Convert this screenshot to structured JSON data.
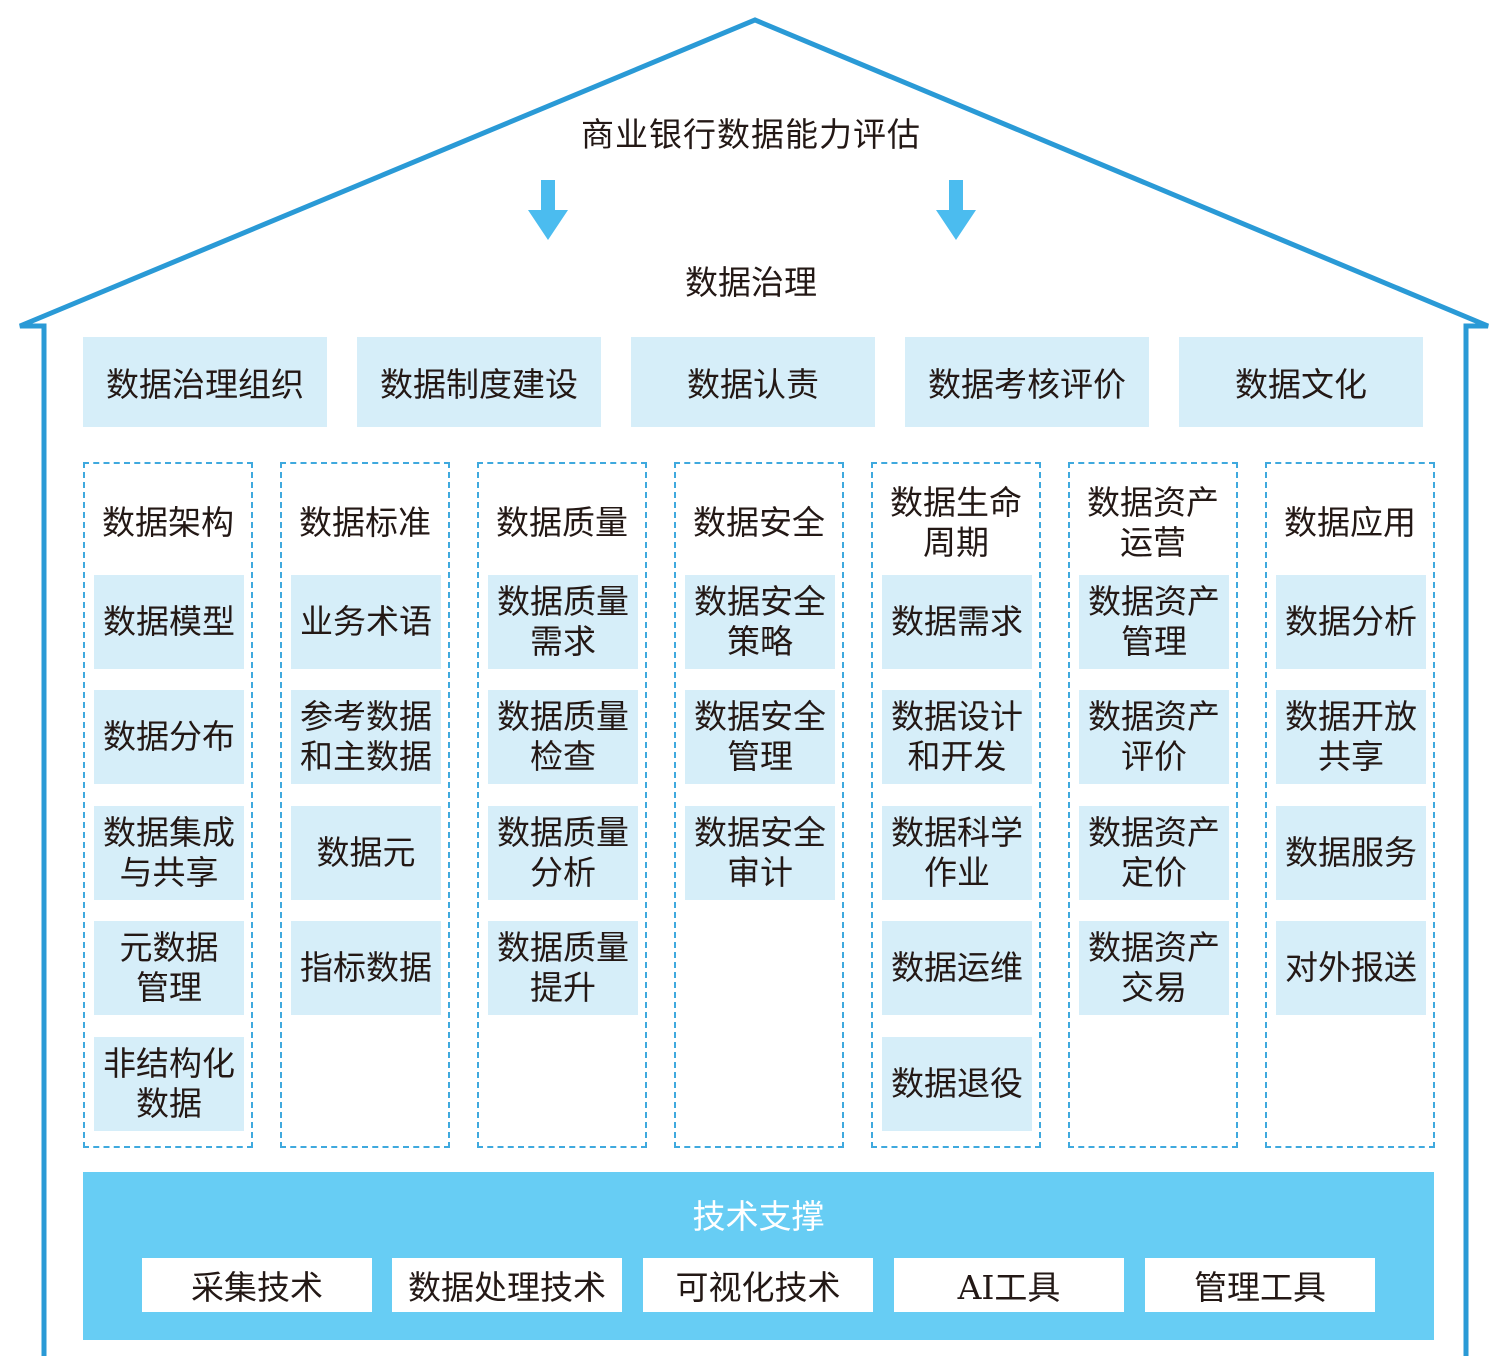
{
  "title": "商业银行数据能力评估",
  "subtitle": "数据治理",
  "colors": {
    "line": "#2a9ad6",
    "light_box": "#d6eef9",
    "tech_bar": "#67cdf4",
    "arrow": "#4bbcef"
  },
  "governance": [
    "数据治理组织",
    "数据制度建设",
    "数据认责",
    "数据考核评价",
    "数据文化"
  ],
  "columns": [
    {
      "head": [
        "数据架构"
      ],
      "items": [
        [
          "数据模型"
        ],
        [
          "数据分布"
        ],
        [
          "数据集成",
          "与共享"
        ],
        [
          "元数据",
          "管理"
        ],
        [
          "非结构化",
          "数据"
        ]
      ]
    },
    {
      "head": [
        "数据标准"
      ],
      "items": [
        [
          "业务术语"
        ],
        [
          "参考数据",
          "和主数据"
        ],
        [
          "数据元"
        ],
        [
          "指标数据"
        ]
      ]
    },
    {
      "head": [
        "数据质量"
      ],
      "items": [
        [
          "数据质量",
          "需求"
        ],
        [
          "数据质量",
          "检查"
        ],
        [
          "数据质量",
          "分析"
        ],
        [
          "数据质量",
          "提升"
        ]
      ]
    },
    {
      "head": [
        "数据安全"
      ],
      "items": [
        [
          "数据安全",
          "策略"
        ],
        [
          "数据安全",
          "管理"
        ],
        [
          "数据安全",
          "审计"
        ]
      ]
    },
    {
      "head": [
        "数据生命",
        "周期"
      ],
      "items": [
        [
          "数据需求"
        ],
        [
          "数据设计",
          "和开发"
        ],
        [
          "数据科学",
          "作业"
        ],
        [
          "数据运维"
        ],
        [
          "数据退役"
        ]
      ]
    },
    {
      "head": [
        "数据资产",
        "运营"
      ],
      "items": [
        [
          "数据资产",
          "管理"
        ],
        [
          "数据资产",
          "评价"
        ],
        [
          "数据资产",
          "定价"
        ],
        [
          "数据资产",
          "交易"
        ]
      ]
    },
    {
      "head": [
        "数据应用"
      ],
      "items": [
        [
          "数据分析"
        ],
        [
          "数据开放",
          "共享"
        ],
        [
          "数据服务"
        ],
        [
          "对外报送"
        ]
      ]
    }
  ],
  "tech": {
    "title": "技术支撑",
    "items": [
      "采集技术",
      "数据处理技术",
      "可视化技术",
      "AI工具",
      "管理工具"
    ]
  }
}
